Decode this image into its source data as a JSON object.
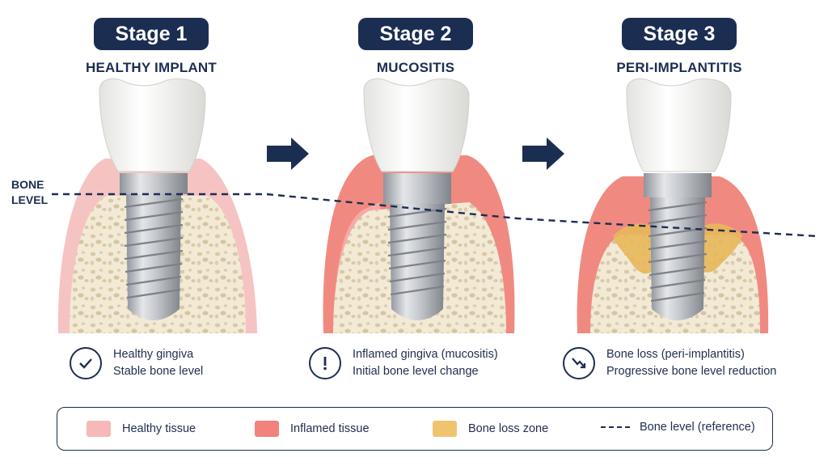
{
  "stages": [
    {
      "badge": "Stage 1",
      "title": "HEALTHY IMPLANT",
      "status_icon": "checkmark-icon",
      "lines": [
        "Healthy gingiva",
        "Stable bone level"
      ]
    },
    {
      "badge": "Stage 2",
      "title": "MUCOSITIS",
      "status_icon": "exclamation-icon",
      "lines": [
        "Inflamed gingiva (mucositis)",
        "Initial bone level change"
      ]
    },
    {
      "badge": "Stage 3",
      "title": "PERI-IMPLANTITIS",
      "status_icon": "trend-down-icon",
      "lines": [
        "Bone loss (peri-implantitis)",
        "Progressive bone level reduction"
      ]
    }
  ],
  "bone_level_label": [
    "BONE",
    "LEVEL"
  ],
  "legend": [
    {
      "label": "Healthy tissue",
      "color": "#f6b8b8"
    },
    {
      "label": "Inflamed tissue",
      "color": "#f2827a"
    },
    {
      "label": "Bone loss zone",
      "color": "#f0c46f"
    },
    {
      "label": "Bone level (reference)",
      "color": "#1c2d52"
    }
  ],
  "colors": {
    "navy": "#1c2d52",
    "healthy_gum": "#f6c3c3",
    "inflamed_gum": "#f08a80",
    "bone": "#f3ead6",
    "bone_loss": "#e8b75a",
    "implant": "#c9ccd1",
    "crown": "#f7f7f5"
  }
}
